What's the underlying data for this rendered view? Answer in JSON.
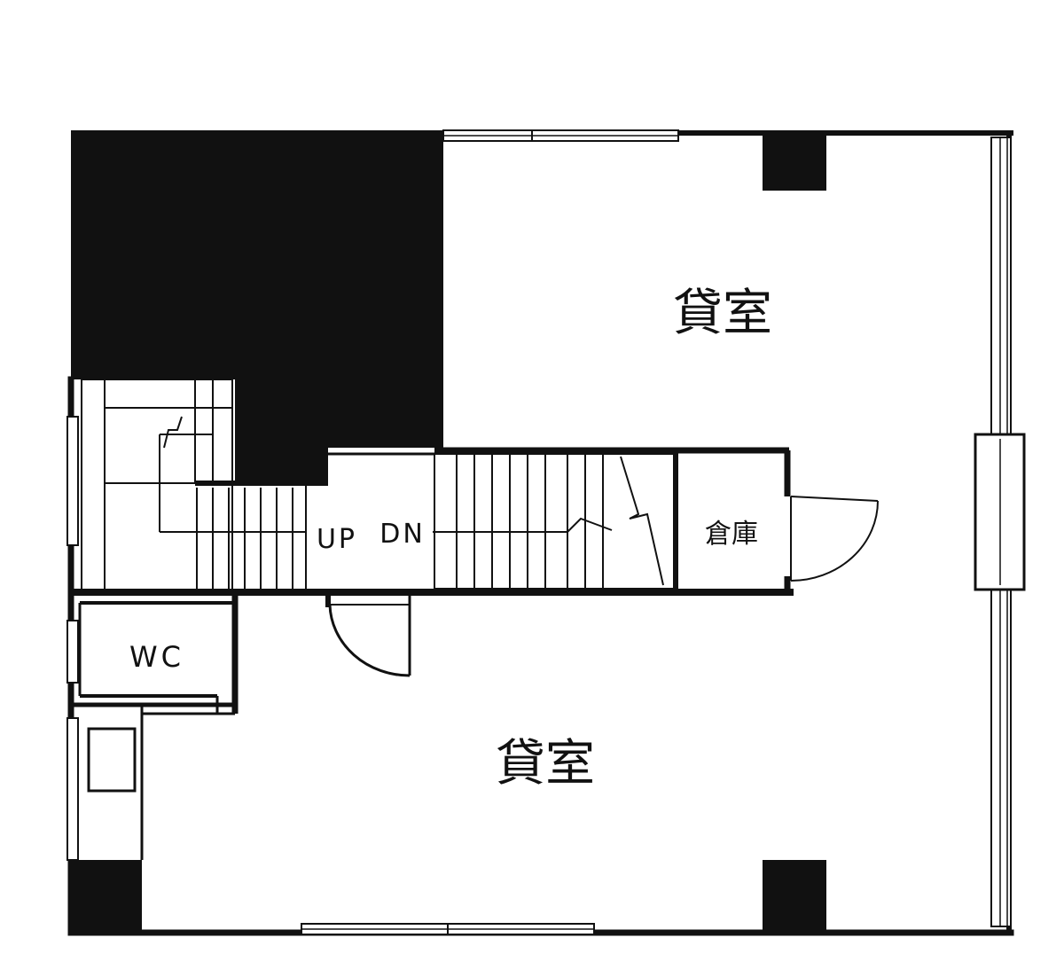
{
  "floorplan": {
    "rooms": {
      "rental_upper": "貸室",
      "rental_lower": "貸室",
      "toilet": "WC",
      "storage": "倉庫"
    },
    "stairs": {
      "up_label": "UP",
      "down_label": "DN"
    },
    "colors": {
      "wall": "#111111",
      "line": "#222222",
      "background": "#ffffff"
    }
  }
}
